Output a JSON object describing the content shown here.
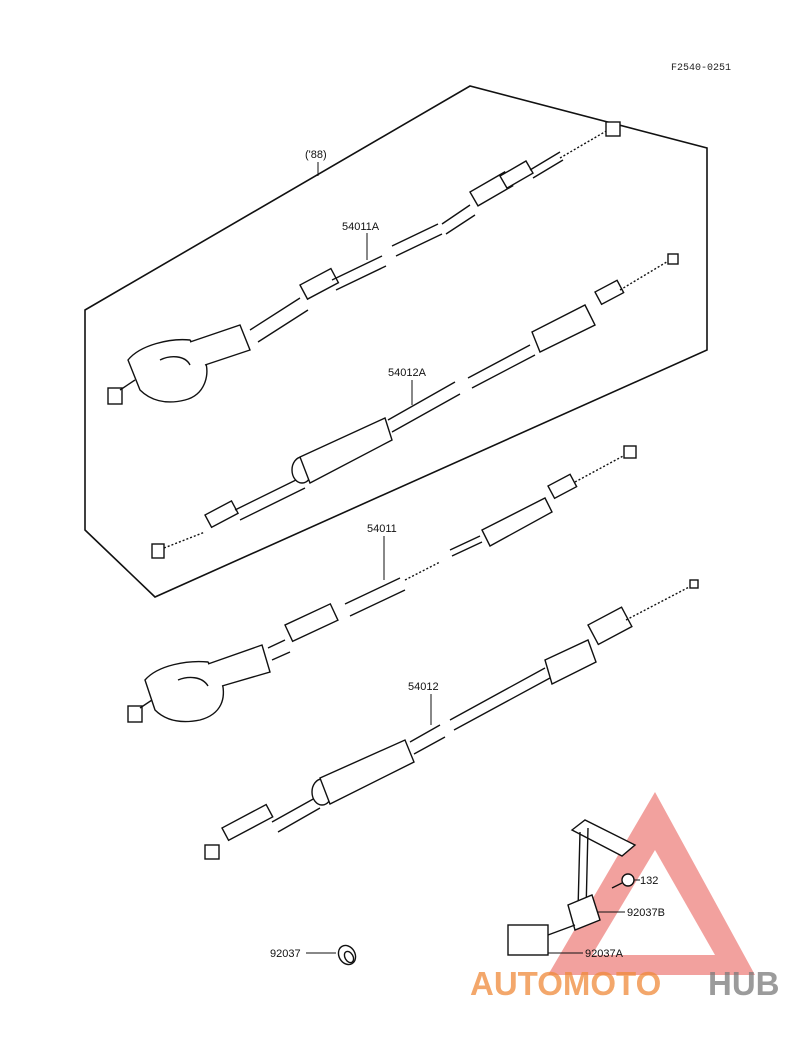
{
  "figure_code": "F2540-0251",
  "group_label": "('88)",
  "parts": {
    "p54011A": "54011A",
    "p54012A": "54012A",
    "p54011": "54011",
    "p54012": "54012",
    "p92037": "92037",
    "p132": "132",
    "p92037B": "92037B",
    "p92037A": "92037A"
  },
  "watermark": {
    "part1": "AUTOMOTO",
    "part2": "HUB",
    "color_primary": "#f08a3a",
    "color_secondary": "#7a7a7a",
    "triangle_color": "#e8554f"
  }
}
